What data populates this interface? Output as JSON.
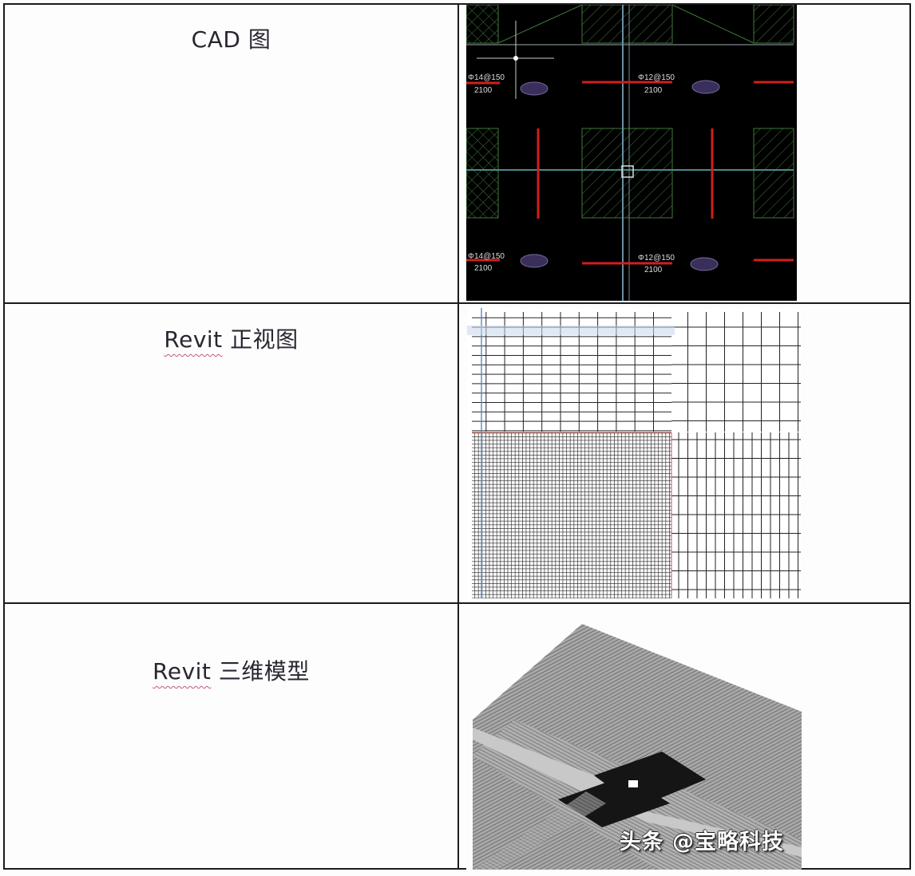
{
  "table": {
    "rows": [
      {
        "label": "CAD 图",
        "label_parts": {
          "latin": "CAD",
          "cn": "图"
        },
        "image": "cad-drawing"
      },
      {
        "label": "Revit 正视图",
        "label_parts": {
          "latin": "Revit",
          "cn": "正视图"
        },
        "image": "revit-front-view"
      },
      {
        "label": "Revit 三维模型",
        "label_parts": {
          "latin": "Revit",
          "cn": "三维模型"
        },
        "image": "revit-3d-model"
      }
    ]
  },
  "cad": {
    "annotations": [
      "Φ14@150",
      "2100",
      "Φ12@150",
      "2100",
      "Φ14@150",
      "2100",
      "Φ12@150",
      "2100"
    ],
    "colors": {
      "background": "#000000",
      "rebar": "#d0201c",
      "hatch": "#3f7a3a",
      "axis": "#7fa6b8"
    }
  },
  "watermark": "头条 @宝略科技",
  "colors": {
    "border": "#1b1b1f",
    "text": "#2a2530",
    "spellcheck": "#c0587a"
  }
}
